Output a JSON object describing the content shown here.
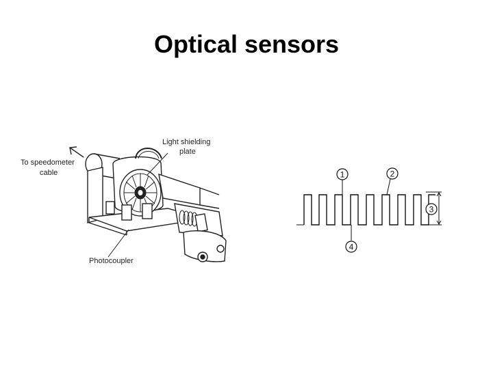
{
  "slide": {
    "title": "Optical sensors"
  },
  "left_figure": {
    "labels": {
      "to_speedometer_line1": "To speedometer",
      "to_speedometer_line2": "cable",
      "light_shielding_line1": "Light shielding",
      "light_shielding_line2": "plate",
      "photocoupler": "Photocoupler"
    }
  },
  "right_figure": {
    "callouts": {
      "c1": "1",
      "c2": "2",
      "c3": "3",
      "c4": "4"
    }
  }
}
